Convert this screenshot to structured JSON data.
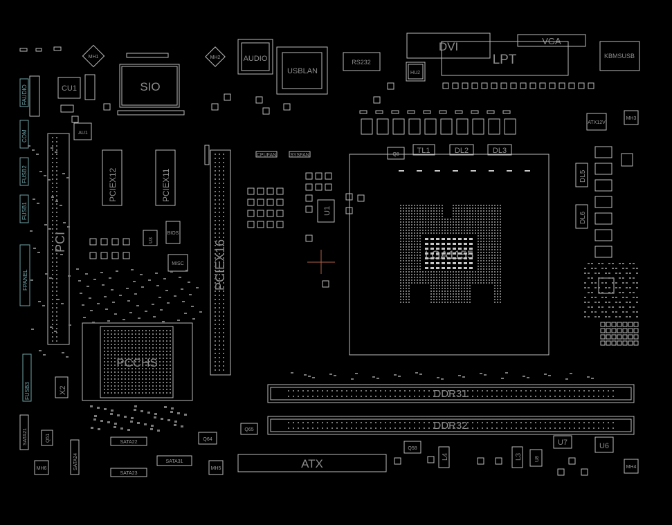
{
  "board": {
    "background": "#000000",
    "line_color": "#bdbdbd",
    "connector_color": "#6fa3a8",
    "marker_color": "#b06048"
  },
  "labels": {
    "sio": "SIO",
    "audio": "AUDIO",
    "usblan": "USBLAN",
    "rs232": "RS232",
    "hu2": "HU2",
    "dvi": "DVI",
    "vga": "VGA",
    "lpt": "LPT",
    "kbmsusb": "KBMSUSB",
    "cu1": "CU1",
    "au1": "AU1",
    "pci": "PCI",
    "pciex12": "PCIEX12",
    "pciex11": "PCIEX11",
    "pciex16": "PCIEX16",
    "lga1155": "LGA1155",
    "pch": "PCCHS",
    "ddr31": "DDR31",
    "ddr32": "DDR32",
    "atx": "ATX",
    "u1": "U1",
    "u3": "U3",
    "u6": "U6",
    "u7": "U7",
    "u8": "U8",
    "x2": "X2",
    "tl1": "TL1",
    "dl2": "DL2",
    "dl3": "DL3",
    "dl5": "DL5",
    "dl6": "DL6",
    "l3": "L3",
    "l4": "L4",
    "mh1": "MH1",
    "mh2": "MH2",
    "mh3": "MH3",
    "mh4": "MH4",
    "mh5": "MH5",
    "mh6": "MH6",
    "q8": "Q8",
    "q58": "Q58",
    "q64": "Q64",
    "q65": "Q65",
    "q51": "Q51",
    "sata21": "SATA21",
    "sata22": "SATA22",
    "sata23": "SATA23",
    "sata24": "SATA24",
    "sata31": "SATA31",
    "faudio": "FAUDIO",
    "com": "COM",
    "fusb2": "FUSB2",
    "fusb1": "FUSB1",
    "fpanel": "FPANEL",
    "fusb3": "FUSB3",
    "cpufan": "CPUFAN",
    "sysfan": "SYSFAN",
    "atx12v": "ATX12V",
    "bios": "BIOS",
    "misc": "MISC"
  }
}
